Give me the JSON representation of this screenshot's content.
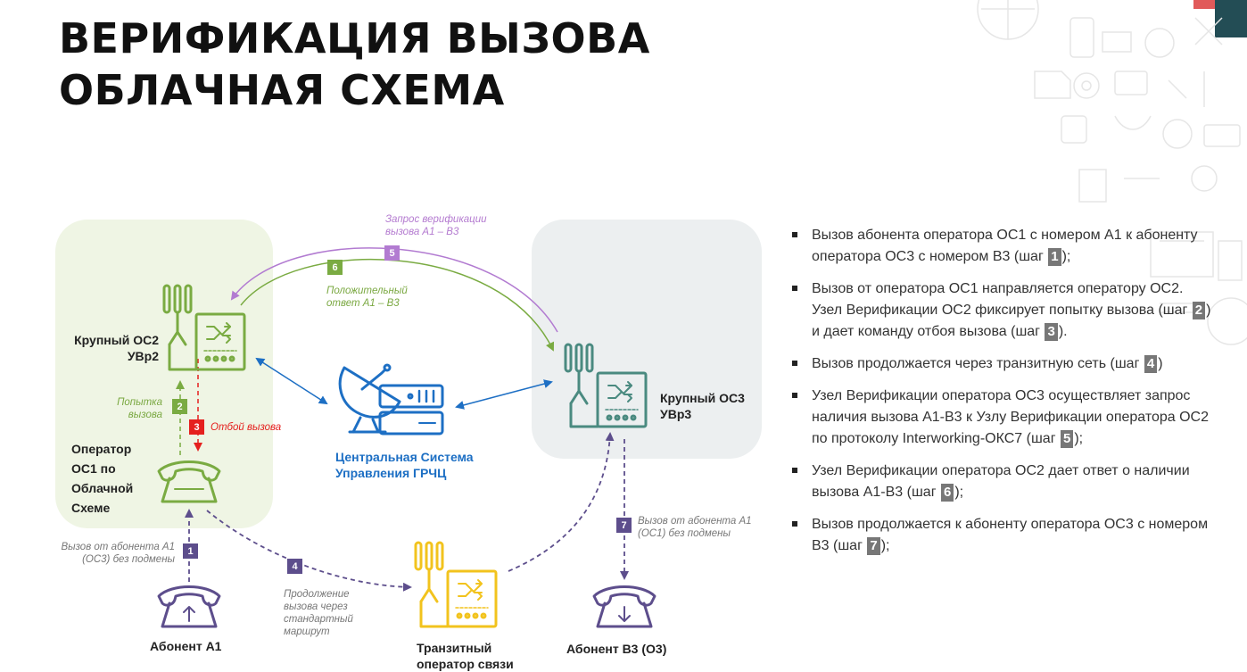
{
  "title": {
    "line1": "ВЕРИФИКАЦИЯ ВЫЗОВА",
    "line2": "ОБЛАЧНАЯ СХЕМА"
  },
  "colors": {
    "green": "#7aab42",
    "purple": "#5d4e8c",
    "lilac": "#b27bd1",
    "red": "#e5201e",
    "blue": "#1d6fc4",
    "teal": "#4a8a80",
    "yellow": "#f2c31d"
  },
  "diagram": {
    "nodes": {
      "os2": "Крупный ОС2\nУВр2",
      "os3": "Крупный ОС3\nУВр3",
      "operator_os1": "Оператор\nОС1 по\nОблачной\nСхеме",
      "central": "Центральная Система\nУправления ГРЧЦ",
      "subscriber_a1": "Абонент А1",
      "subscriber_b3": "Абонент В3 (О3)",
      "transit": "Транзитный\nоператор связи"
    },
    "notes": {
      "request": "Запрос верификации\nвызова А1 – В3",
      "positive": "Положительный\nответ А1 – В3",
      "attempt": "Попытка\nвызова",
      "drop": "Отбой вызова",
      "call_a1": "Вызов от абонента А1\n(ОС3) без подмены",
      "continue": "Продолжение\nвызова через\nстандартный\nмаршрут",
      "call_b3": "Вызов от абонента А1\n(ОС1) без подмены"
    },
    "steps": {
      "s1": "1",
      "s2": "2",
      "s3": "3",
      "s4": "4",
      "s5": "5",
      "s6": "6",
      "s7": "7"
    }
  },
  "bullets": [
    {
      "lines": [
        [
          {
            "t": "Вызов абонента оператора ОС1 с номером А1 к абоненту"
          }
        ],
        [
          {
            "t": "оператора ОС3 с номером В3 (шаг "
          },
          {
            "b": "1"
          },
          {
            "t": ");"
          }
        ]
      ]
    },
    {
      "lines": [
        [
          {
            "t": "Вызов от оператора ОС1 направляется оператору ОС2."
          }
        ],
        [
          {
            "t": "Узел Верификации ОС2 фиксирует попытку вызова (шаг "
          },
          {
            "b": "2"
          },
          {
            "t": ")"
          }
        ],
        [
          {
            "t": "и дает команду отбоя вызова (шаг "
          },
          {
            "b": "3"
          },
          {
            "t": ")."
          }
        ]
      ]
    },
    {
      "lines": [
        [
          {
            "t": "Вызов продолжается через транзитную сеть (шаг "
          },
          {
            "b": "4"
          },
          {
            "t": ")"
          }
        ]
      ]
    },
    {
      "lines": [
        [
          {
            "t": "Узел Верификации оператора ОС3 осуществляет запрос"
          }
        ],
        [
          {
            "t": "наличия вызова А1-В3 к Узлу Верификации оператора ОС2"
          }
        ],
        [
          {
            "t": "по протоколу Interworking-ОКС7 (шаг "
          },
          {
            "b": "5"
          },
          {
            "t": ");"
          }
        ]
      ]
    },
    {
      "lines": [
        [
          {
            "t": "Узел Верификации оператора ОС2 дает ответ о наличии"
          }
        ],
        [
          {
            "t": "вызова А1-В3 (шаг "
          },
          {
            "b": "6"
          },
          {
            "t": ");"
          }
        ]
      ]
    },
    {
      "lines": [
        [
          {
            "t": "Вызов продолжается к абоненту оператора ОС3 с номером"
          }
        ],
        [
          {
            "t": "В3 (шаг "
          },
          {
            "b": "7"
          },
          {
            "t": ");"
          }
        ]
      ]
    }
  ]
}
